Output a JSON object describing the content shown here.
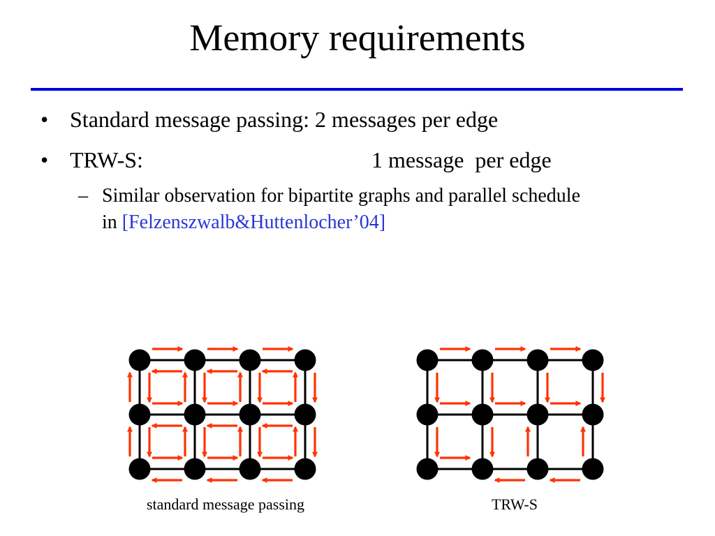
{
  "slide": {
    "title": "Memory requirements",
    "bullets": [
      {
        "mark": "•",
        "label": "Standard message passing:",
        "value": "2 messages per edge"
      },
      {
        "mark": "•",
        "label": "TRW-S:",
        "value": "1 message  per edge"
      }
    ],
    "sub": {
      "mark": "–",
      "line1": "Similar observation for bipartite graphs and parallel schedule",
      "line2_prefix": "in ",
      "citation": "[Felzenszwalb&Huttenlocher’04]"
    },
    "captions": {
      "left": "standard message passing",
      "right": "TRW-S"
    }
  },
  "colors": {
    "rule": "#0000e0",
    "citation": "#2a36d4",
    "arrow": "#ff3300",
    "node": "#000000"
  },
  "diagrams": {
    "rows": 3,
    "cols": 4
  }
}
